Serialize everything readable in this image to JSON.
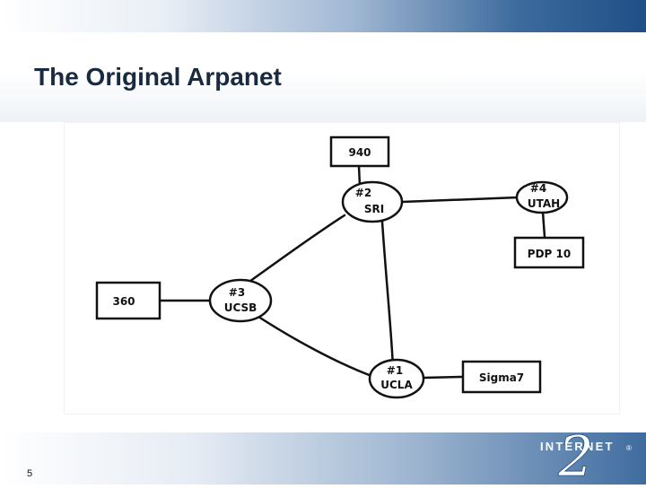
{
  "slide": {
    "title": "The Original Arpanet",
    "page_number": "5"
  },
  "logo": {
    "text": "INTERNET",
    "mark": "2",
    "registered": "®"
  },
  "diagram": {
    "nodes": [
      {
        "id": "940",
        "label": "940"
      },
      {
        "id": "sri",
        "number": "#2",
        "label": "SRI"
      },
      {
        "id": "utah",
        "number": "#4",
        "label": "UTAH"
      },
      {
        "id": "pdp10",
        "label": "PDP 10"
      },
      {
        "id": "360",
        "label": "360"
      },
      {
        "id": "ucsb",
        "number": "#3",
        "label": "UCSB"
      },
      {
        "id": "ucla",
        "number": "#1",
        "label": "UCLA"
      },
      {
        "id": "sigma7",
        "label": "Sigma7"
      }
    ],
    "edges": [
      [
        "940",
        "sri"
      ],
      [
        "sri",
        "utah"
      ],
      [
        "utah",
        "pdp10"
      ],
      [
        "sri",
        "ucsb"
      ],
      [
        "sri",
        "ucla"
      ],
      [
        "360",
        "ucsb"
      ],
      [
        "ucsb",
        "ucla"
      ],
      [
        "ucla",
        "sigma7"
      ]
    ]
  },
  "colors": {
    "band_dark": "#1f4f86",
    "title_text": "#1a2a40",
    "ink": "#111111"
  }
}
